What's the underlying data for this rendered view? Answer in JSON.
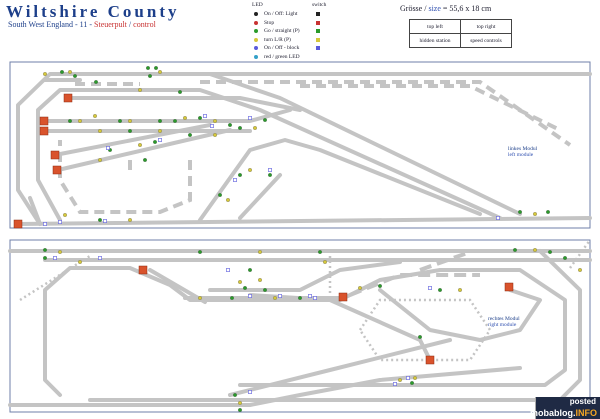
{
  "header": {
    "title": "Wiltshire County",
    "subtitle_prefix": "South West England - 11 -",
    "subtitle_control": "Steuerpult",
    "subtitle_sep": "/",
    "subtitle_control_en": "control"
  },
  "legend": {
    "col_led": "LED",
    "col_switch": "switch",
    "rows": [
      {
        "label": "On / Off: Light",
        "led": "#222222",
        "switch": "#222222"
      },
      {
        "label": "Stop",
        "led": "#c83232",
        "switch": "#c83232"
      },
      {
        "label": "Go / straight (P)",
        "led": "#2a9a2a",
        "switch": "#2a9a2a"
      },
      {
        "label": "turn L/R (P)",
        "led": "#d6c83a",
        "switch": "#d6c83a"
      },
      {
        "label": "On / Off - block",
        "led": "#5a5adc",
        "switch": "#5a5adc"
      },
      {
        "label": "red / green LED",
        "led": "#34a0c8",
        "switch": ""
      }
    ]
  },
  "size": {
    "label": "Grösse",
    "sep": "/",
    "label_en": "size",
    "value": "=  55,6 x 18 cm"
  },
  "positions": {
    "top_left": "top left",
    "top_right": "top right",
    "hidden_station": "hidden station",
    "speed_controls": "speed controls"
  },
  "modules": {
    "left_de": "linkes Modul",
    "left_en": "left module",
    "right_de": "rechtes Modul",
    "right_en": "right module"
  },
  "watermark": {
    "line1": "posted",
    "line2_a": "moba",
    "line2_b": "blog.",
    "line2_c": "INFO"
  },
  "colors": {
    "track": "#c4c4c4",
    "panel_border": "#6f7fa8",
    "block": "#d9532c",
    "led_green": "#2a9a2a",
    "led_yellow": "#d6c83a",
    "led_blue": "#5a5adc"
  }
}
